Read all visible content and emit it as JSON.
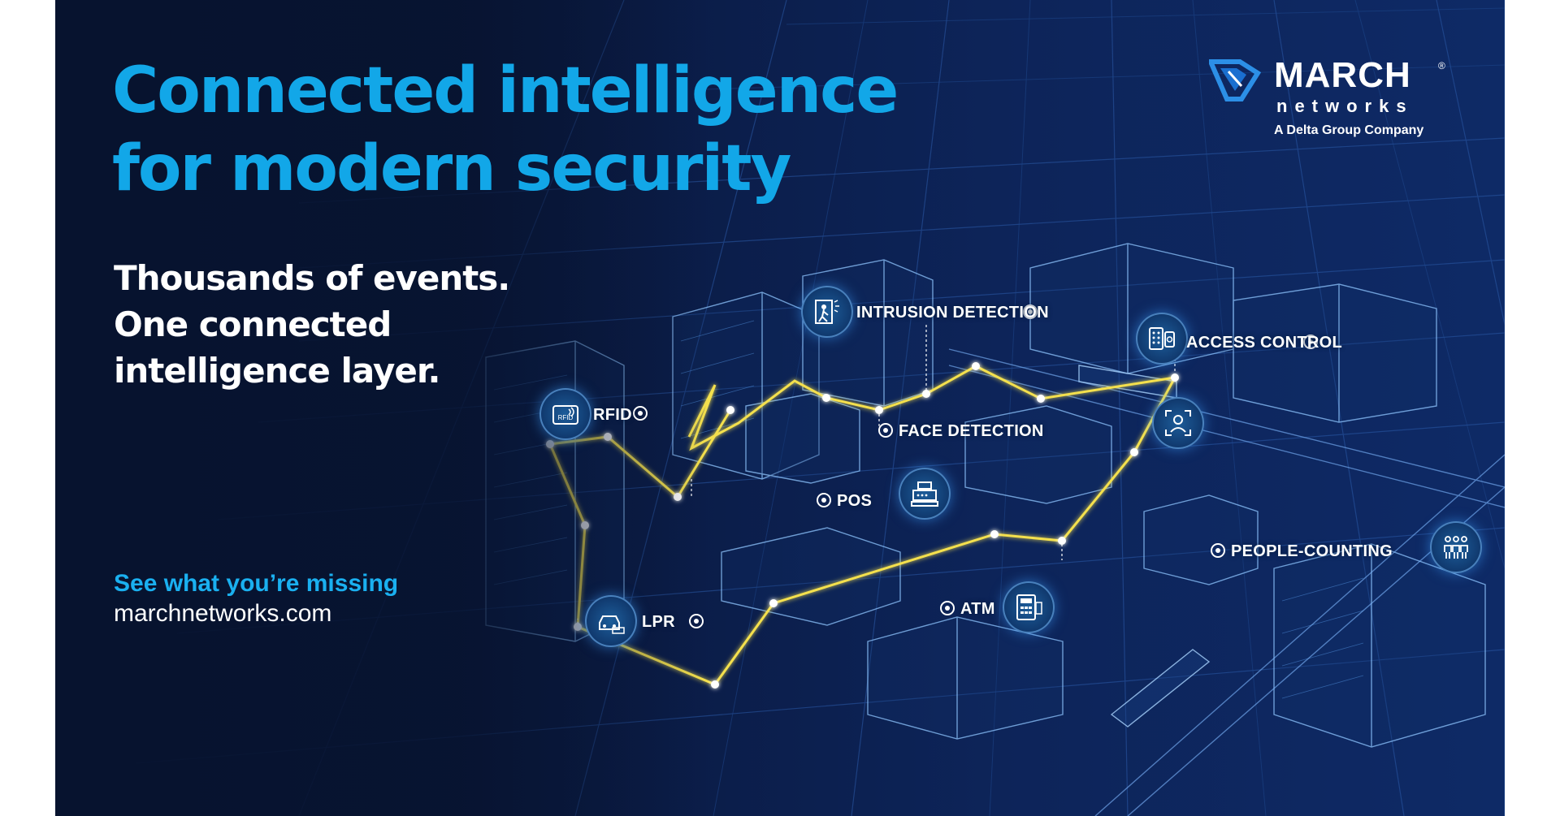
{
  "headline": {
    "line1": "Connected intelligence",
    "line2": "for modern security"
  },
  "subhead": {
    "line1": "Thousands of events.",
    "line2": "One connected",
    "line3": "intelligence layer."
  },
  "cta": {
    "tagline": "See what you’re missing",
    "url": "marchnetworks.com"
  },
  "logo": {
    "name": "MARCH",
    "registered": "®",
    "sub": "networks",
    "tagline": "A Delta Group Company"
  },
  "badge_icons": {
    "rfid": "rfid-card-icon",
    "intrusion": "intruder-alarm-icon",
    "access": "keypad-lock-icon",
    "face": "face-scan-icon",
    "pos": "cash-register-icon",
    "people": "people-group-icon",
    "atm": "atm-calculator-icon",
    "lpr": "car-plate-icon"
  },
  "rfid_icon_text": "RFID",
  "nodes": {
    "intrusion": "INTRUSION DETECTION",
    "access": "ACCESS CONTROL",
    "rfid": "RFID",
    "face": "FACE DETECTION",
    "pos": "POS",
    "people": "PEOPLE-COUNTING",
    "atm": "ATM",
    "lpr": "LPR"
  },
  "colors": {
    "headline": "#12a7e8",
    "cta": "#1ab0f0",
    "network_line": "#f4e04d",
    "background_dark": "#07132f",
    "background_light": "#0e2a66"
  }
}
